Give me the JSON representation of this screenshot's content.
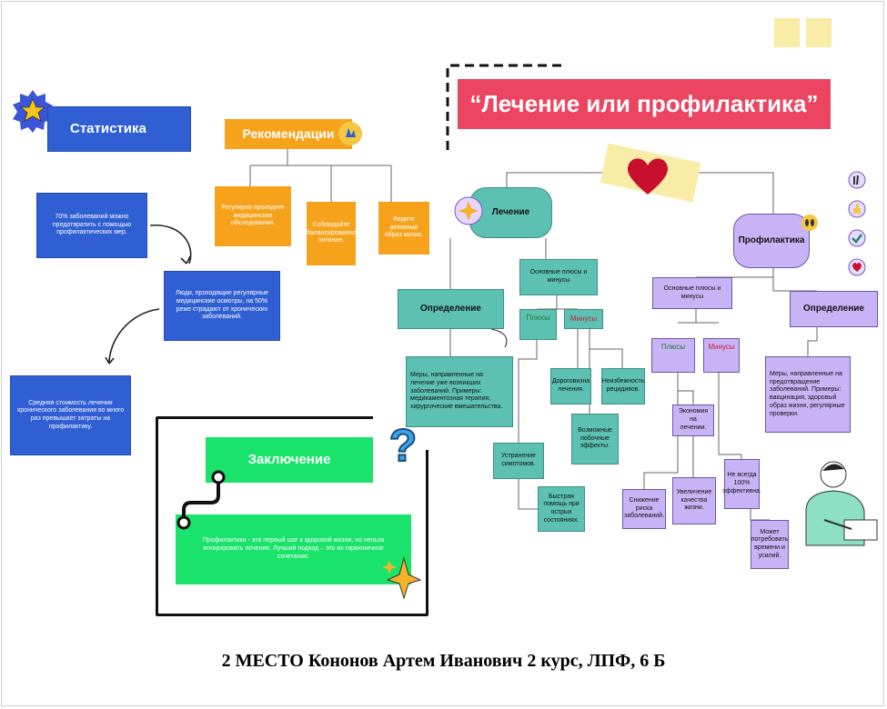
{
  "title": "“Лечение или профилактика”",
  "statistics": {
    "label": "Статистика",
    "boxes": [
      "70% заболеваний можно предотвратить с помощью профилактических мер.",
      "Люди, проходящие регулярные медицинские осмотры, на 50% реже страдают от хронических заболеваний.",
      "Средняя стоимость лечения хронического заболевания во много раз превышает затраты на профилактику."
    ]
  },
  "recommendations": {
    "label": "Рекомендации",
    "items": [
      "Регулярно проходите медицинские обследования.",
      "Соблюдайте сбалансированное питание.",
      "Ведите активный образ жизни."
    ]
  },
  "conclusion": {
    "label": "Заключение",
    "text": "Профилактика - это первый шаг к здоровой жизни, но нельзя игнорировать лечение. Лучший подход – это их гармоничное сочетание."
  },
  "treatment": {
    "label": "Лечение",
    "pros_cons_label": "Основные плюсы и минусы",
    "definition_label": "Определение",
    "definition_text": "Меры, направленные на лечение уже возникших заболеваний. Примеры: медикаментозная терапия, хирургические вмешательства.",
    "pros_label": "Плюсы",
    "cons_label": "Минусы",
    "pros": [
      "Устранение симптомов.",
      "Быстрая помощь при острых состояниях."
    ],
    "cons": [
      "Дороговизна лечения.",
      "Неизбежность рецидивов.",
      "Возможные побочные эффекты."
    ]
  },
  "prevention": {
    "label": "Профилактика",
    "pros_cons_label": "Основные плюсы и минусы",
    "definition_label": "Определение",
    "definition_text": "Меры, направленные на предотвращение заболеваний. Примеры: вакцинация, здоровый образ жизни, регулярные проверки.",
    "pros_label": "Плюсы",
    "cons_label": "Минусы",
    "pros": [
      "Экономия на лечении.",
      "Снижение риска заболеваний.",
      "Увеличение качества жизни."
    ],
    "cons": [
      "Не всегда 100% эффективна.",
      "Может потребовать времени и усилий."
    ]
  },
  "question_mark": "?",
  "footer": "2 МЕСТО Кононов Артем Иванович 2 курс,  ЛПФ, 6 Б",
  "colors": {
    "blue": "#2f5fd3",
    "orange": "#f7a21b",
    "teal": "#5cc1b3",
    "lavender": "#c7b3f5",
    "green": "#19e36a",
    "banner": "#ec4562"
  }
}
